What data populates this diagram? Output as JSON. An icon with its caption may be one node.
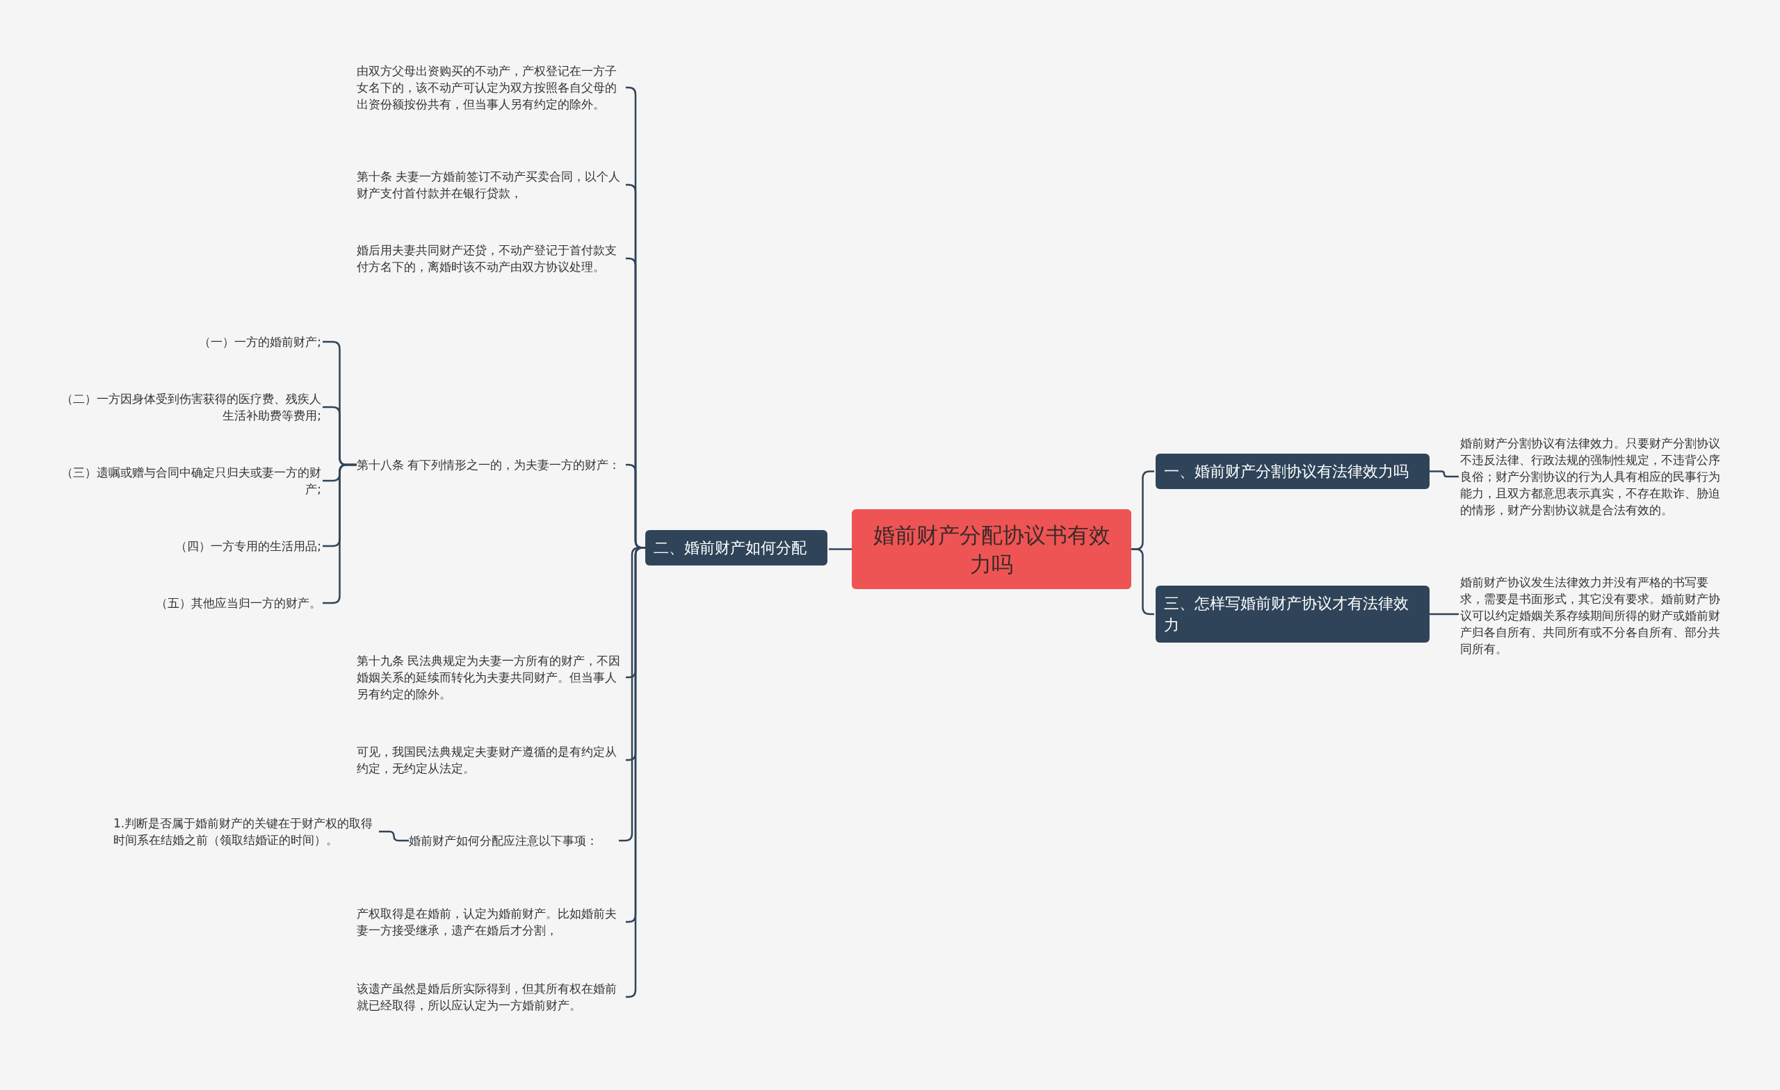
{
  "diagram": {
    "nodes": [
      {
        "text": [
          "婚前财产分配协议书有效力吗"
        ]
      },
      {
        "text": [
          "一、婚前财产分割协议有法律效力吗"
        ]
      },
      {
        "text": [
          "婚前财产分割协议有法律效力。只要财产分割协议不违反法律、行政法规的强制性规定，不违背公序良俗；财产分割协议的行为人具有相应的民事行为能力，且双方都意思表示真实，不存在欺诈、胁迫的情形，财产分割协议就是合法有效的。"
        ]
      },
      {
        "text": [
          "三、怎样写婚前财产协议才有法律效力"
        ]
      },
      {
        "text": [
          "婚前财产协议发生法律效力并没有严格的书写要求，需要是书面形式，其它没有要求。婚前财产协议可以约定婚姻关系存续期间所得的财产或婚前财产归各自所有、共同所有或不分各自所有、部分共同所有。"
        ]
      },
      {
        "text": [
          "二、婚前财产如何分配"
        ]
      },
      {
        "text": [
          "由双方父母出资购买的不动产，产权登记在一方子女名下的，该不动产可认定为双方按照各自父母的出资份额按份共有，但当事人另有约定的除外。"
        ]
      },
      {
        "text": [
          "第十条 夫妻一方婚前签订不动产买卖合同，以个人财产支付首付款并在银行贷款，"
        ]
      },
      {
        "text": [
          "婚后用夫妻共同财产还贷，不动产登记于首付款支付方名下的，离婚时该不动产由双方协议处理。"
        ]
      },
      {
        "text": [
          "第十八条 有下列情形之一的，为夫妻一方的财产："
        ]
      },
      {
        "text": [
          "（一）一方的婚前财产;"
        ]
      },
      {
        "text": [
          "（二）一方因身体受到伤害获得的医疗费、残疾人生活补助费等费用;"
        ]
      },
      {
        "text": [
          "（三）遗嘱或赠与合同中确定只归夫或妻一方的财产;"
        ]
      },
      {
        "text": [
          "（四）一方专用的生活用品;"
        ]
      },
      {
        "text": [
          "（五）其他应当归一方的财产。"
        ]
      },
      {
        "text": [
          "第十九条 民法典规定为夫妻一方所有的财产，不因婚姻关系的延续而转化为夫妻共同财产。但当事人另有约定的除外。"
        ]
      },
      {
        "text": [
          "可见，我国民法典规定夫妻财产遵循的是有约定从约定，无约定从法定。"
        ]
      },
      {
        "text": [
          "婚前财产如何分配应注意以下事项："
        ]
      },
      {
        "text": [
          "1.判断是否属于婚前财产的关键在于财产权的取得时间系在结婚之前（领取结婚证的时间）。"
        ]
      },
      {
        "text": [
          "产权取得是在婚前，认定为婚前财产。比如婚前夫妻一方接受继承，遗产在婚后才分割，"
        ]
      },
      {
        "text": [
          "该遗产虽然是婚后所实际得到，但其所有权在婚前就已经取得，所以应认定为一方婚前财产。"
        ]
      }
    ],
    "edges": [
      {
        "from": 0,
        "to": 1,
        "arrow": "none"
      },
      {
        "from": 1,
        "to": 2,
        "arrow": "none"
      },
      {
        "from": 0,
        "to": 3,
        "arrow": "none"
      },
      {
        "from": 3,
        "to": 4,
        "arrow": "none"
      },
      {
        "from": 0,
        "to": 5,
        "arrow": "none"
      },
      {
        "from": 5,
        "to": 6,
        "arrow": "none"
      },
      {
        "from": 5,
        "to": 7,
        "arrow": "none"
      },
      {
        "from": 5,
        "to": 8,
        "arrow": "none"
      },
      {
        "from": 5,
        "to": 9,
        "arrow": "none"
      },
      {
        "from": 9,
        "to": 10,
        "arrow": "none"
      },
      {
        "from": 9,
        "to": 11,
        "arrow": "none"
      },
      {
        "from": 9,
        "to": 12,
        "arrow": "none"
      },
      {
        "from": 9,
        "to": 13,
        "arrow": "none"
      },
      {
        "from": 9,
        "to": 14,
        "arrow": "none"
      },
      {
        "from": 5,
        "to": 15,
        "arrow": "none"
      },
      {
        "from": 5,
        "to": 16,
        "arrow": "none"
      },
      {
        "from": 5,
        "to": 17,
        "arrow": "none"
      },
      {
        "from": 17,
        "to": 18,
        "arrow": "none"
      },
      {
        "from": 5,
        "to": 19,
        "arrow": "none"
      },
      {
        "from": 5,
        "to": 20,
        "arrow": "none"
      }
    ]
  }
}
